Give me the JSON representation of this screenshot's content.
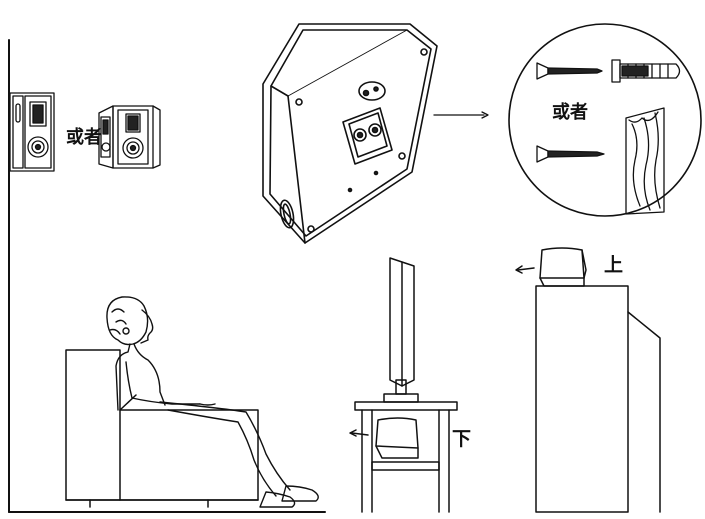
{
  "labels": {
    "or_left": "或者",
    "or_right": "或者",
    "up": "上",
    "down": "下"
  },
  "colors": {
    "line": "#111111",
    "background": "#ffffff",
    "fill_dark": "#222222"
  }
}
